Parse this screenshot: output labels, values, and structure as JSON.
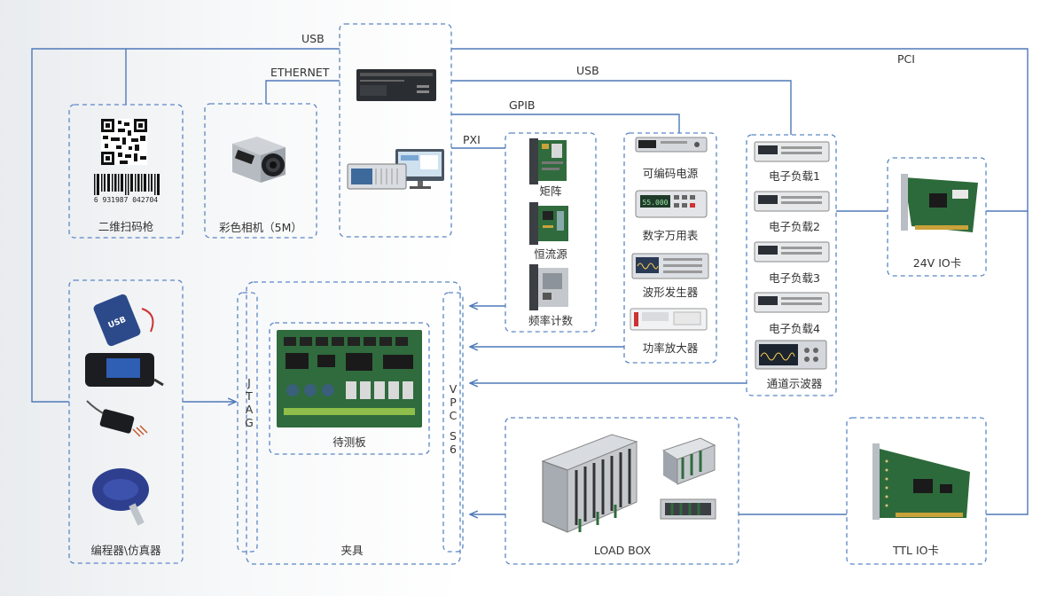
{
  "links": {
    "usb_top": "USB",
    "ethernet": "ETHERNET",
    "usb_mid": "USB",
    "gpib": "GPIB",
    "pxi": "PXI",
    "pci": "PCI"
  },
  "devices": {
    "scanner": "二维扫码枪",
    "barcode_number": "6 931987 042704",
    "camera": "彩色相机（5M）",
    "pxi_modules": [
      "矩阵",
      "恒流源",
      "频率计数"
    ],
    "instruments": [
      "可编码电源",
      "数字万用表",
      "波形发生器",
      "功率放大器"
    ],
    "loads": [
      "电子负载1",
      "电子负载2",
      "电子负载3",
      "电子负载4",
      "通道示波器"
    ],
    "io_card": "24V IO卡",
    "programmer": "编程器\\仿真器",
    "fixture": "夹具",
    "dut": "待测板",
    "jtag": "JTAG",
    "vpc": "VPC S6",
    "load_box": "LOAD BOX",
    "ttl_card": "TTL IO卡"
  },
  "icons": {
    "usb_dongle_text": "USB"
  },
  "colors": {
    "line": "#4e79b9",
    "dashed_border": "#5b86c6",
    "pcb_green": "#2f6b3c"
  }
}
